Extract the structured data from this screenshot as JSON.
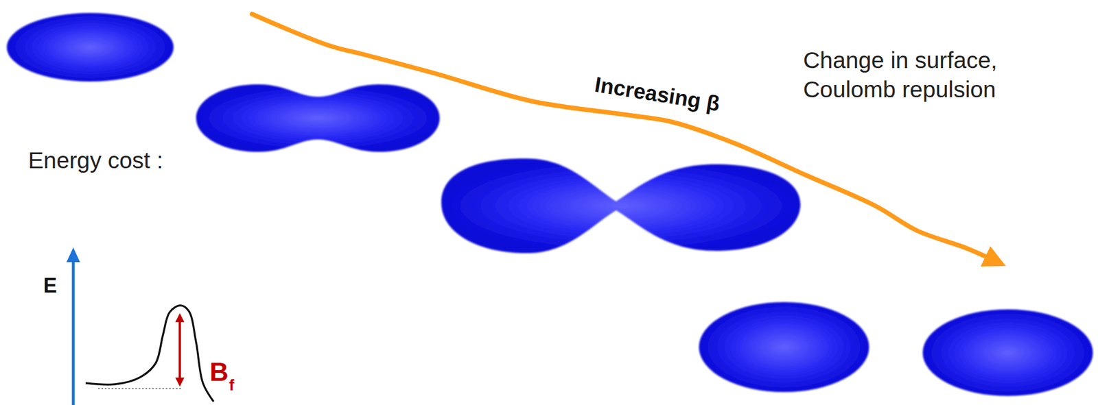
{
  "diagram": {
    "labels": [
      "Increasing β",
      "Change in surface, Coulomb repulsion",
      "Energy cost :",
      "E",
      "B",
      "f"
    ]
  }
}
